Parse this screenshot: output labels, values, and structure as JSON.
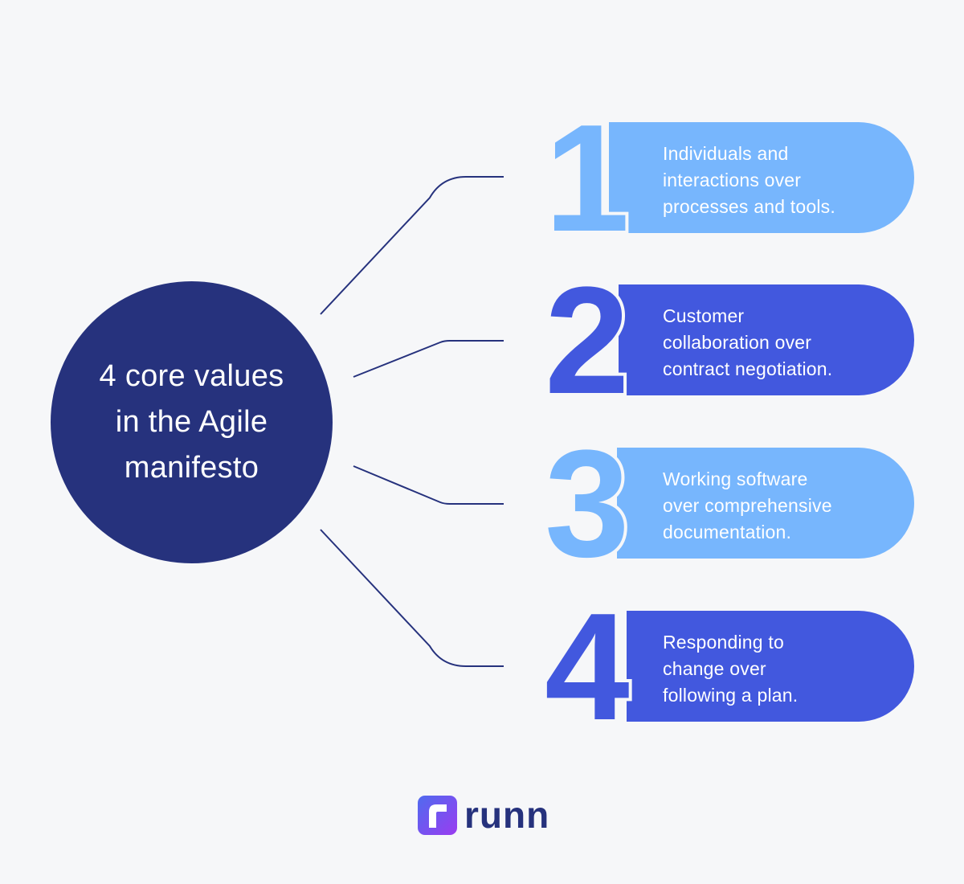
{
  "hub": {
    "lines": [
      "4 core values",
      "in the Agile",
      "manifesto"
    ]
  },
  "values": [
    {
      "number": "1",
      "lines": [
        "Individuals and",
        "interactions over",
        "processes and tools."
      ],
      "color": "#77b6fd"
    },
    {
      "number": "2",
      "lines": [
        "Customer",
        "collaboration over",
        "contract negotiation."
      ],
      "color": "#4258de"
    },
    {
      "number": "3",
      "lines": [
        "Working software",
        "over comprehensive",
        "documentation."
      ],
      "color": "#77b6fd"
    },
    {
      "number": "4",
      "lines": [
        "Responding to",
        "change over",
        "following a plan."
      ],
      "color": "#4258de"
    }
  ],
  "brand": {
    "name": "runn",
    "icon": "runn-logo-icon"
  },
  "colors": {
    "background": "#f6f7f9",
    "hub": "#26327d",
    "light_blue": "#77b6fd",
    "royal_blue": "#4258de",
    "connector": "#26327d"
  }
}
